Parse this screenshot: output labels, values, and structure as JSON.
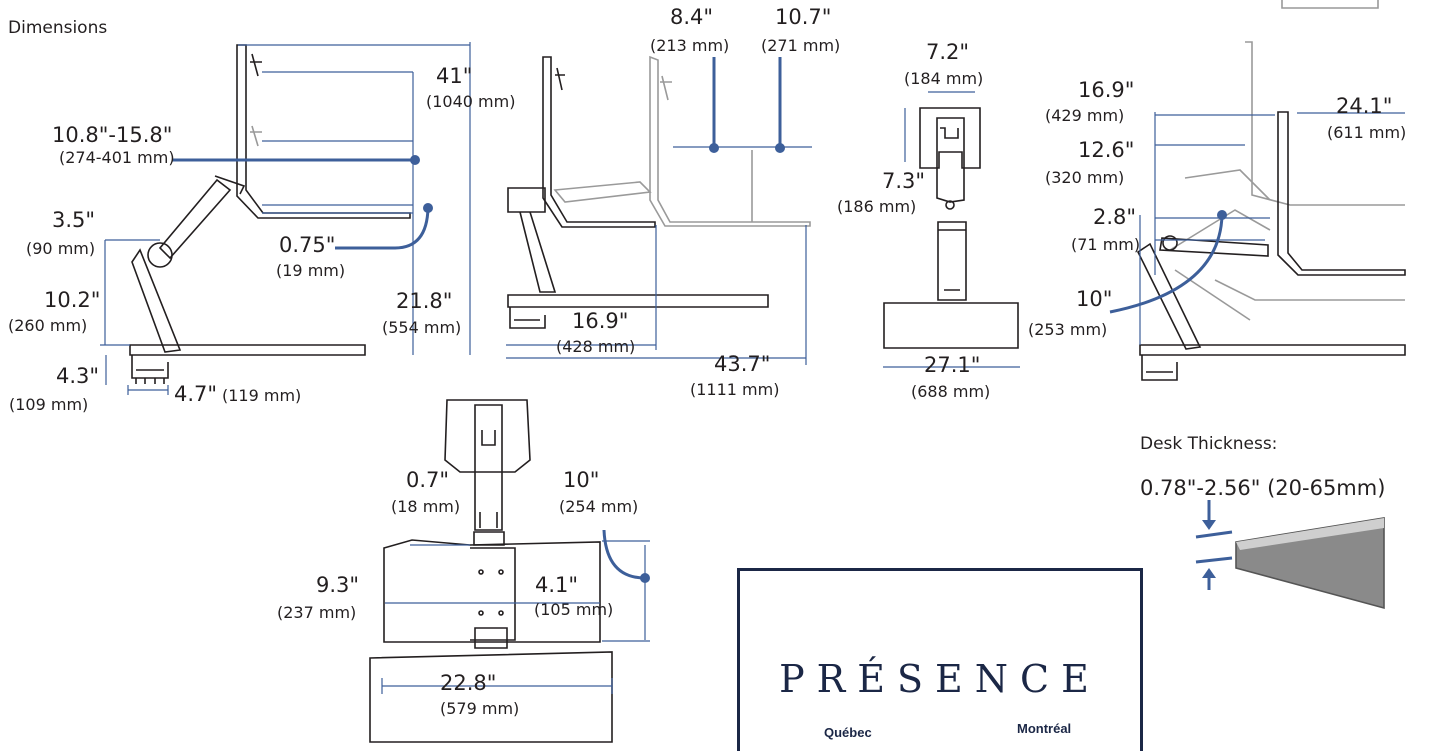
{
  "title": "Dimensions",
  "side_view": {
    "height_total": "41\"",
    "height_total_mm": "(1040 mm)",
    "monitor_range": "10.8\"-15.8\"",
    "monitor_range_mm": "(274-401 mm)",
    "arm_height": "3.5\"",
    "arm_height_mm": "(90 mm)",
    "keyboard_drop": "0.75\"",
    "keyboard_drop_mm": "(19 mm)",
    "post_height": "10.2\"",
    "post_height_mm": "(260 mm)",
    "tray_height": "21.8\"",
    "tray_height_mm": "(554 mm)",
    "clamp_height": "4.3\"",
    "clamp_height_mm": "(109 mm)",
    "clamp_width": "4.7\"",
    "clamp_width_mm": "(119 mm)"
  },
  "extension_view": {
    "tilt_a": "8.4\"",
    "tilt_a_mm": "(213 mm)",
    "tilt_b": "10.7\"",
    "tilt_b_mm": "(271 mm)",
    "reach_min": "16.9\"",
    "reach_min_mm": "(428 mm)",
    "reach_max": "43.7\"",
    "reach_max_mm": "(1111 mm)"
  },
  "front_view": {
    "head_width": "7.2\"",
    "head_width_mm": "(184 mm)",
    "head_height": "7.3\"",
    "head_height_mm": "(186 mm)",
    "tray_width": "27.1\"",
    "tray_width_mm": "(688 mm)"
  },
  "range_view": {
    "depth": "16.9\"",
    "depth_mm": "(429 mm)",
    "reach": "24.1\"",
    "reach_mm": "(611 mm)",
    "lift": "12.6\"",
    "lift_mm": "(320 mm)",
    "drop": "2.8\"",
    "drop_mm": "(71 mm)",
    "swing": "10\"",
    "swing_mm": "(253 mm)"
  },
  "top_view": {
    "offset": "0.7\"",
    "offset_mm": "(18 mm)",
    "depth": "10\"",
    "depth_mm": "(254 mm)",
    "left_width": "9.3\"",
    "left_width_mm": "(237 mm)",
    "right_width": "4.1\"",
    "right_width_mm": "(105 mm)",
    "keyboard_width": "22.8\"",
    "keyboard_width_mm": "(579 mm)"
  },
  "desk": {
    "label": "Desk Thickness:",
    "range": "0.78\"-2.56\" (20-65mm)"
  },
  "logo": {
    "word": "PRÉSENCE",
    "city_left": "Québec",
    "city_right": "Montréal"
  },
  "colors": {
    "dimension_line": "#3d5f9a",
    "drawing": "#231f20",
    "logo_orange": "#f5a623",
    "logo_navy": "#1b2746"
  }
}
